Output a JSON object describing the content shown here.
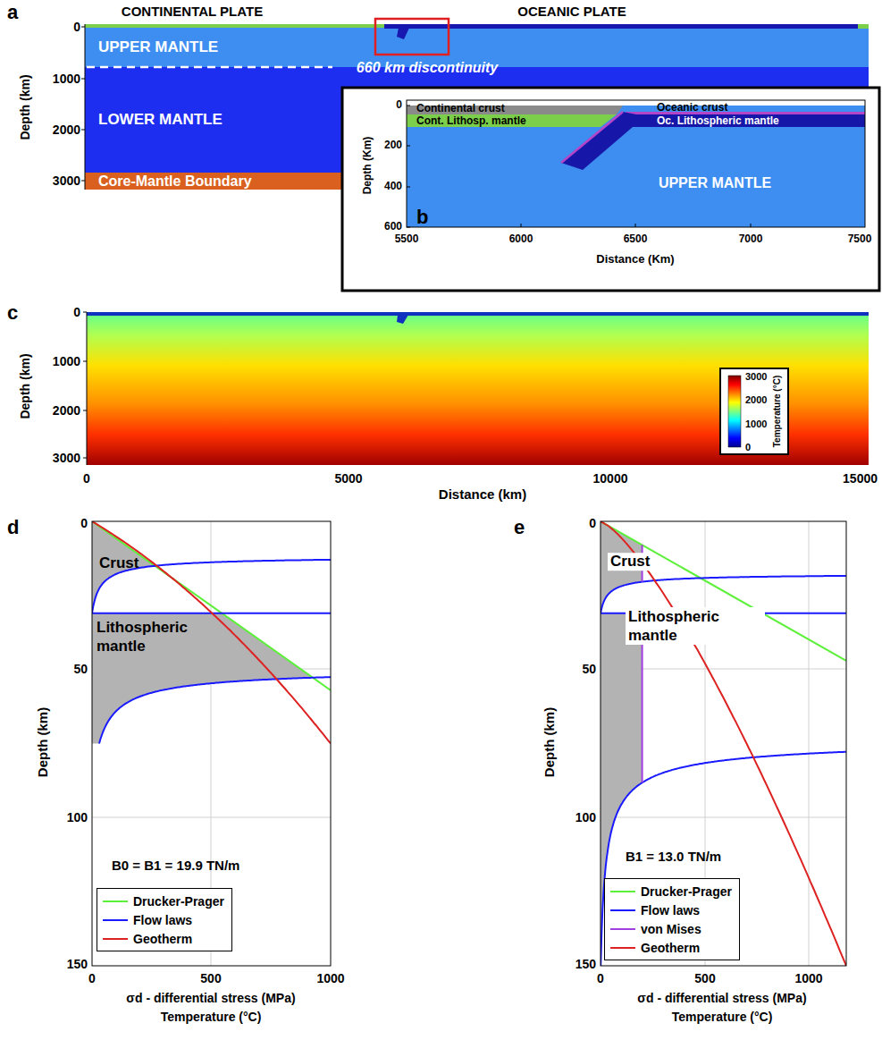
{
  "diagram": {
    "nodes": [
      {
        "text": [
          "UPPER MANTLE"
        ]
      },
      {
        "text": [
          "LOWER MANTLE"
        ]
      },
      {
        "text": [
          "Core-Mantle Boundary"
        ]
      }
    ],
    "labels": [
      "a",
      "CONTINENTAL PLATE",
      "OCEANIC PLATE",
      "Depth (km)",
      "0",
      "1000",
      "2000",
      "3000",
      "660 km discontinuity",
      "Continental crust",
      "Oceanic crust",
      "Cont. Lithosp. mantle",
      "Oc. Lithospheric mantle",
      "UPPER MANTLE",
      "b",
      "Depth (Km)",
      "0",
      "200",
      "400",
      "600",
      "5500",
      "6000",
      "6500",
      "7000",
      "7500",
      "Distance (Km)",
      "c",
      "Depth (km)",
      "0",
      "1000",
      "2000",
      "3000",
      "3000",
      "2000",
      "1000",
      "0",
      "Temperature (°C)",
      "0",
      "5000",
      "10000",
      "15000",
      "Distance (km)",
      "d",
      "Depth (km)",
      "0",
      "50",
      "100",
      "150",
      "0",
      "500",
      "1000",
      "σd - differential stress (MPa)",
      "Temperature (°C)",
      "Crust",
      "Lithospheric mantle",
      "B0 = B1 = 19.9 TN/m",
      "e",
      "Depth (km)",
      "0",
      "50",
      "100",
      "150",
      "0",
      "500",
      "1000",
      "σd - differential stress (MPa)",
      "Temperature (°C)",
      "Crust",
      "Lithospheric mantle",
      "B1 = 13.0 TN/m"
    ],
    "legend": [
      {
        "text": "Drucker-Prager"
      },
      {
        "text": "Flow laws"
      },
      {
        "text": "Geotherm"
      },
      {
        "text": "Drucker-Prager"
      },
      {
        "text": "Flow laws"
      },
      {
        "text": "von Mises"
      },
      {
        "text": "Geotherm"
      }
    ]
  }
}
